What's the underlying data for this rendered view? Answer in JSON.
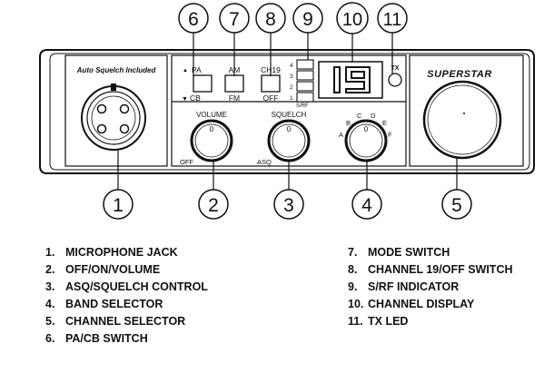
{
  "radio": {
    "mic_label": "Auto Squelch Included",
    "brand": "SUPERSTAR",
    "pa": "PA",
    "cb": "CB",
    "am": "AM",
    "fm": "FM",
    "ch19": "CH19",
    "off": "OFF",
    "volume": "VOLUME",
    "squelch": "SQUELCH",
    "off_left": "OFF",
    "asq": "ASQ",
    "display": "19",
    "tx": "TX",
    "srf": "S/RF",
    "meter_levels": [
      "4",
      "3",
      "2",
      "1"
    ],
    "knob_mark": "0",
    "bands": [
      "A",
      "B",
      "C",
      "D",
      "E",
      "F"
    ]
  },
  "callouts_top": [
    "6",
    "7",
    "8",
    "9",
    "10",
    "11"
  ],
  "callouts_bottom": [
    "1",
    "2",
    "3",
    "4",
    "5"
  ],
  "legend_left": [
    {
      "num": "1.",
      "text": "MICROPHONE JACK"
    },
    {
      "num": "2.",
      "text": "OFF/ON/VOLUME"
    },
    {
      "num": "3.",
      "text": "ASQ/SQUELCH CONTROL"
    },
    {
      "num": "4.",
      "text": "BAND SELECTOR"
    },
    {
      "num": "5.",
      "text": "CHANNEL SELECTOR"
    },
    {
      "num": "6.",
      "text": "PA/CB SWITCH"
    }
  ],
  "legend_right": [
    {
      "num": "7.",
      "text": "MODE SWITCH"
    },
    {
      "num": "8.",
      "text": "CHANNEL 19/OFF SWITCH"
    },
    {
      "num": "9.",
      "text": "S/RF INDICATOR"
    },
    {
      "num": "10.",
      "text": "CHANNEL DISPLAY"
    },
    {
      "num": "11.",
      "text": "TX LED"
    }
  ]
}
